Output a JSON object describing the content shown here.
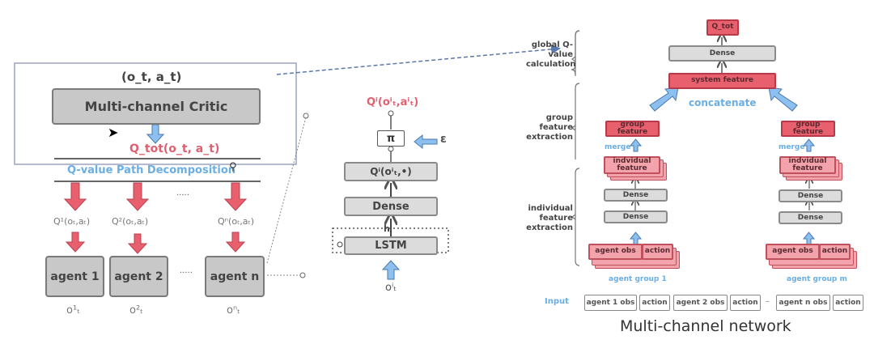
{
  "left_panel": {
    "input_label": "(o_t, a_t)",
    "critic_label": "Multi-channel Critic",
    "qtot_label": "Q_tot(o_t, a_t)",
    "decomposition_label": "Q-value Path Decomposition",
    "ellipsis": "·····",
    "agents": [
      {
        "q_label": "Q¹(oₜ,aₜ)",
        "name": "agent 1",
        "obs": "o¹ₜ"
      },
      {
        "q_label": "Q²(oₜ,aₜ)",
        "name": "agent 2",
        "obs": "o²ₜ"
      },
      {
        "q_label": "Qⁿ(oₜ,aₜ)",
        "name": "agent n",
        "obs": "oⁿₜ"
      }
    ]
  },
  "middle_panel": {
    "output_label": "Qⁱ(oⁱₜ,aⁱₜ)",
    "policy_label": "π",
    "epsilon_label": "ε",
    "q_box_label": "Qⁱ(oⁱₜ,•)",
    "dense_label": "Dense",
    "hidden_label": "h",
    "lstm_label": "LSTM",
    "input_label": "oⁱₜ"
  },
  "right_panel": {
    "title": "Multi-channel network",
    "stage_labels": {
      "global": "global Q-value calculation",
      "group": "group feature extraction",
      "individual": "individual feature extraction"
    },
    "q_tot": "Q_tot",
    "dense_top": "Dense",
    "system_feature": "system feature",
    "concatenate": "concatenate",
    "groups": [
      {
        "group_feature": "group feature",
        "merge": "merge",
        "individual_feature": "indvidual feature",
        "dense1": "Dense",
        "dense2": "Dense",
        "obs": "agent obs",
        "action": "action",
        "name": "agent group 1"
      },
      {
        "group_feature": "group feature",
        "merge": "merge",
        "individual_feature": "indvidual feature",
        "dense1": "Dense",
        "dense2": "Dense",
        "obs": "agent obs",
        "action": "action",
        "name": "agent group m"
      }
    ],
    "input_row": {
      "label": "Input",
      "cells": [
        "agent 1 obs",
        "action",
        "agent 2 obs",
        "action",
        "–",
        "agent n obs",
        "action"
      ]
    }
  },
  "colors": {
    "red": "#e8606e",
    "pink": "#f2a3ac",
    "blue_arrow": "#8cc0ee",
    "light_blue_panel": "#d4e6fa",
    "gray_box": "#c8c8c8",
    "label_blue": "#6aaee6",
    "label_red": "#e06070"
  }
}
